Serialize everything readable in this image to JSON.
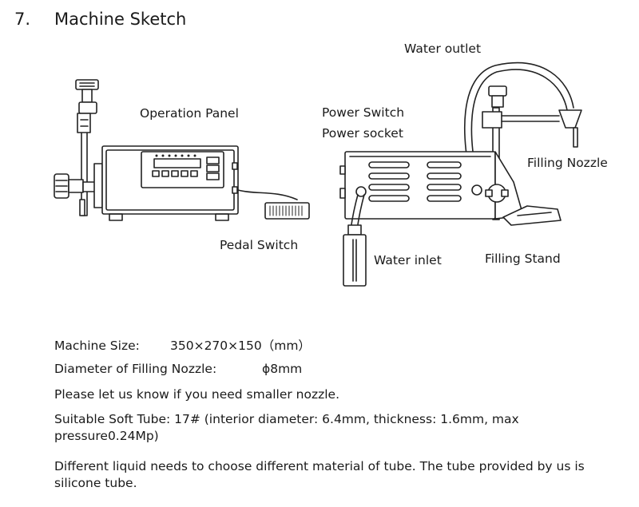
{
  "section": {
    "number": "7.",
    "title": "Machine Sketch"
  },
  "labels": {
    "operation_panel": "Operation Panel",
    "pedal_switch": "Pedal Switch",
    "water_outlet": "Water outlet",
    "power_switch": "Power Switch",
    "power_socket": "Power socket",
    "filling_nozzle": "Filling Nozzle",
    "water_inlet": "Water inlet",
    "filling_stand": "Filling Stand"
  },
  "specs": {
    "machine_size_label": "Machine Size:",
    "machine_size_value": "350×270×150（mm）",
    "nozzle_diameter_label": "Diameter of Filling Nozzle:",
    "nozzle_diameter_value": "ϕ8mm",
    "smaller_nozzle_note": "Please let us know if you need smaller nozzle.",
    "soft_tube": "Suitable Soft Tube: 17# (interior diameter: 6.4mm, thickness: 1.6mm, max pressure0.24Mp)",
    "tube_material_note": "Different liquid needs to choose different material of tube. The tube provided by us is silicone tube."
  }
}
